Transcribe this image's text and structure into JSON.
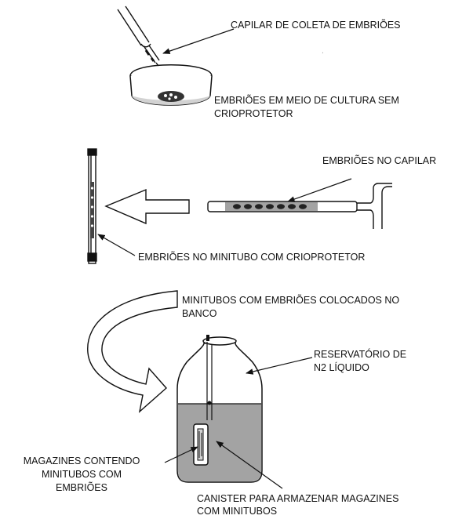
{
  "labels": {
    "capilar_coleta": "CAPILAR DE COLETA DE EMBRIÕES",
    "embrioes_meio_1": "EMBRIÕES EM MEIO DE CULTURA SEM",
    "embrioes_meio_2": "CRIOPROTETOR",
    "embrioes_capilar": "EMBRIÕES NO CAPILAR",
    "embrioes_minitubo": "EMBRIÕES NO MINITUBO COM CRIOPROTETOR",
    "minitubos_banco_1": "MINITUBOS COM EMBRIÕES COLOCADOS NO",
    "minitubos_banco_2": "BANCO",
    "reservatorio_1": "RESERVATÓRIO DE",
    "reservatorio_2": "N2 LÍQUIDO",
    "magazines_1": "MAGAZINES CONTENDO",
    "magazines_2": "MINITUBOS COM",
    "magazines_3": "EMBRIÕES",
    "canister_1": "CANISTER PARA ARMAZENAR MAGAZINES",
    "canister_2": "COM MINITUBOS"
  },
  "colors": {
    "line": "#111111",
    "nitrogen": "#a3a3a3",
    "dish_shade": "#d2d2d2",
    "embryo": "#333333"
  }
}
